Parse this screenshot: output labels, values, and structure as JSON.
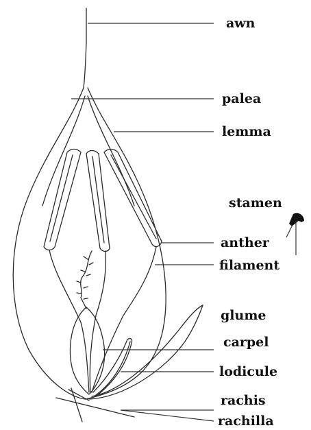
{
  "labels": {
    "awn": "awn",
    "palea": "palea",
    "lemma": "lemma",
    "stamen": "stamen",
    "anther": "anther",
    "filament": "filament",
    "glume": "glume",
    "carpel": "carpel",
    "lodicule": "lodicule",
    "rachis": "rachis",
    "rachilla": "rachilla"
  }
}
